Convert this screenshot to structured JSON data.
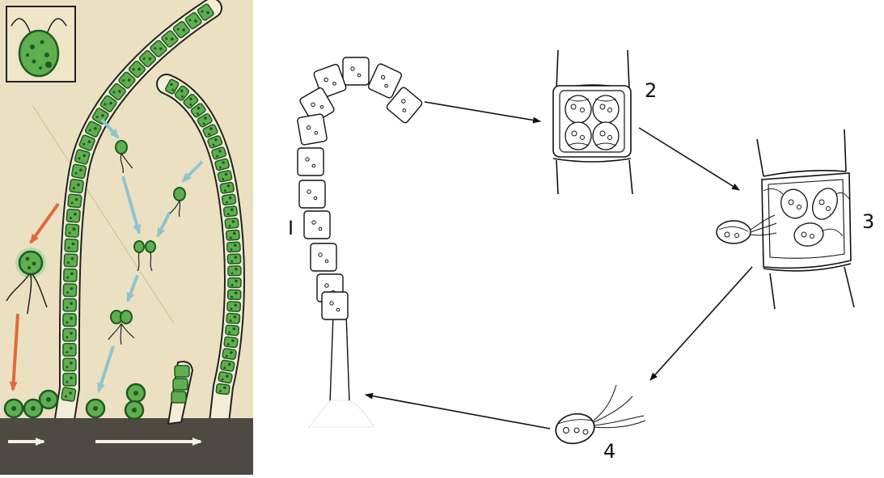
{
  "left_panel": {
    "colors": {
      "paper": "#ebe1c2",
      "algae_green": "#5fae4f",
      "algae_dark": "#1f5a22",
      "cell_wall": "#f3edd8",
      "ground": "#4e4942",
      "blue_arrow": "#8fc4cf",
      "orange_arrow": "#e06a3c",
      "white_arrow": "#f5f0e0"
    }
  },
  "right_panel": {
    "labels": {
      "stage_1": "I",
      "stage_2": "2",
      "stage_3": "3",
      "stage_4": "4"
    }
  }
}
